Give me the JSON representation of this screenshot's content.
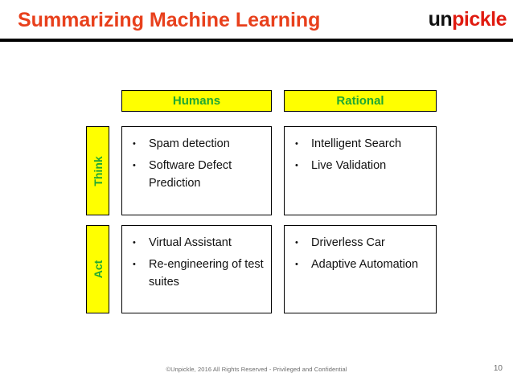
{
  "header": {
    "title": "Summarizing Machine Learning",
    "logo": {
      "part_dark": "un",
      "part_accent": "pickle"
    },
    "accent_color": "#E8401C",
    "logo_accent_color": "#E01B10"
  },
  "matrix": {
    "header_bg_color": "#FFFF00",
    "header_text_color": "#1FA832",
    "columns": [
      {
        "label": "Humans"
      },
      {
        "label": "Rational"
      }
    ],
    "rows": [
      {
        "label": "Think"
      },
      {
        "label": "Act"
      }
    ],
    "cells": {
      "think_humans": [
        "Spam detection",
        "Software Defect Prediction"
      ],
      "think_rational": [
        "Intelligent Search",
        "Live Validation"
      ],
      "act_humans": [
        "Virtual Assistant",
        "Re-engineering of test suites"
      ],
      "act_rational": [
        "Driverless Car",
        "Adaptive Automation"
      ]
    }
  },
  "footer": {
    "copyright": "©Unpickle, 2016 All Rights Reserved - Privileged and Confidential",
    "page_number": "10"
  }
}
